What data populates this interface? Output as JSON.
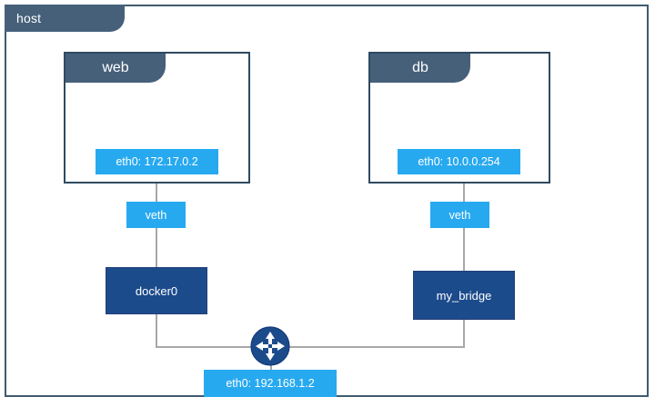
{
  "diagram": {
    "title": "host",
    "type": "network-topology",
    "host": {
      "label": "host",
      "interface": {
        "label": "eth0: 192.168.1.2",
        "name": "eth0",
        "address": "192.168.1.2"
      },
      "router_icon": "router-four-arrows-icon"
    },
    "containers": [
      {
        "id": "web",
        "label": "web",
        "interface": {
          "label": "eth0: 172.17.0.2",
          "name": "eth0",
          "address": "172.17.0.2"
        },
        "veth": "veth",
        "bridge": "docker0"
      },
      {
        "id": "db",
        "label": "db",
        "interface": {
          "label": "eth0: 10.0.0.254",
          "name": "eth0",
          "address": "10.0.0.254"
        },
        "veth": "veth",
        "bridge": "my_bridge"
      }
    ],
    "bridges": [
      {
        "id": "docker0",
        "label": "docker0"
      },
      {
        "id": "my_bridge",
        "label": "my_bridge"
      }
    ],
    "colors": {
      "host_frame": "#3f5a6e",
      "tab_fill": "#46607a",
      "container_border": "#2f4a61",
      "chip_fill": "#27a9f0",
      "bridge_fill": "#1c4b8c",
      "wire": "#a8a8a8",
      "router_fill": "#1c4b8c",
      "text_light": "#ffffff",
      "background": "#ffffff"
    }
  }
}
